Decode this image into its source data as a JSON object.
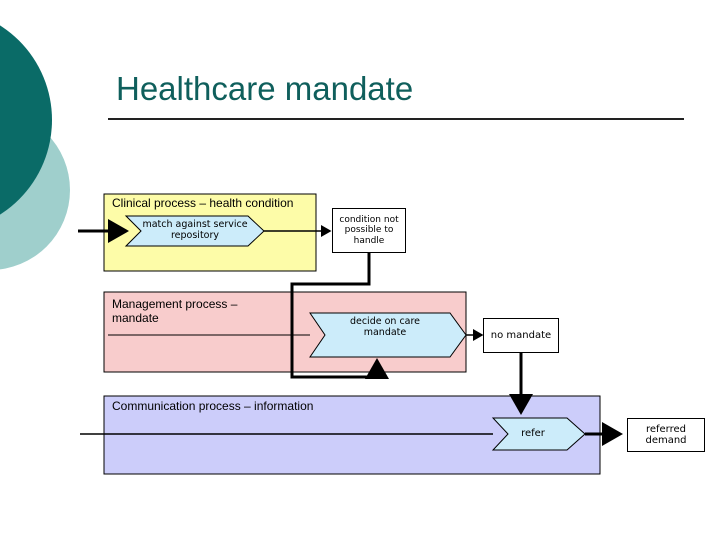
{
  "title": "Healthcare mandate",
  "colors": {
    "title": "#0f5f5c",
    "decor_dark": "#0a6b67",
    "decor_light": "#9fcfcc",
    "lane_clinical": "#fdfca8",
    "lane_management": "#f8cccc",
    "lane_communication": "#cccdfa",
    "shape_fill": "#ccecfa",
    "lines": "#000000"
  },
  "lanes": {
    "clinical": "Clinical process – health condition",
    "management": "Management process – mandate",
    "communication": "Communication process – information"
  },
  "steps": {
    "match": "match against service repository",
    "decide": "decide on care mandate",
    "refer": "refer"
  },
  "states": {
    "condition": "condition not possible to handle",
    "no_mandate": "no mandate",
    "referred": "referred demand"
  }
}
